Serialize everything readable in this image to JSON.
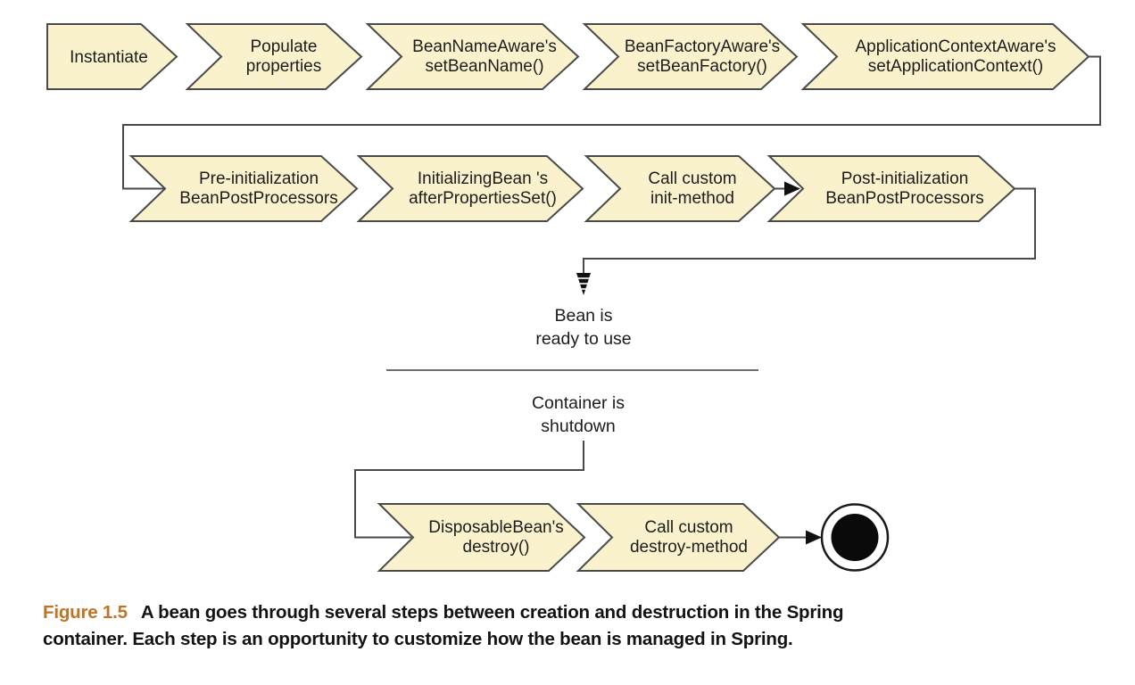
{
  "page": {
    "background": "#ffffff"
  },
  "colors": {
    "chevron_fill": "#faf2cc",
    "chevron_stroke": "#4a4a4a",
    "connector": "#4a4a4a",
    "label_text": "#1c1c1c",
    "separator": "#6e6e6e",
    "end_state": "#0a0a0a",
    "caption_label": "#bf7426",
    "caption_text": "#131313"
  },
  "steps": {
    "row1": [
      {
        "line1": "Instantiate",
        "line2": ""
      },
      {
        "line1": "Populate",
        "line2": "properties"
      },
      {
        "line1": "BeanNameAware's",
        "line2": "setBeanName()"
      },
      {
        "line1": "BeanFactoryAware's",
        "line2": "setBeanFactory()"
      },
      {
        "line1": "ApplicationContextAware's",
        "line2": "setApplicationContext()"
      }
    ],
    "row2": [
      {
        "line1": "Pre-initialization",
        "line2": "BeanPostProcessors"
      },
      {
        "line1": "InitializingBean 's",
        "line2": "afterPropertiesSet()"
      },
      {
        "line1": "Call custom",
        "line2": "init-method"
      },
      {
        "line1": "Post-initialization",
        "line2": "BeanPostProcessors"
      }
    ],
    "row3": [
      {
        "line1": "DisposableBean's",
        "line2": "destroy()"
      },
      {
        "line1": "Call custom",
        "line2": "destroy-method"
      }
    ]
  },
  "labels": {
    "bean_ready": {
      "line1": "Bean is",
      "line2": "ready to use"
    },
    "container_shutdown": {
      "line1": "Container is",
      "line2": "shutdown"
    }
  },
  "caption": {
    "label": "Figure 1.5",
    "line1": "A bean goes through several steps between creation and destruction in the Spring",
    "line2": "container. Each step is an opportunity to customize how the bean is managed in Spring."
  }
}
